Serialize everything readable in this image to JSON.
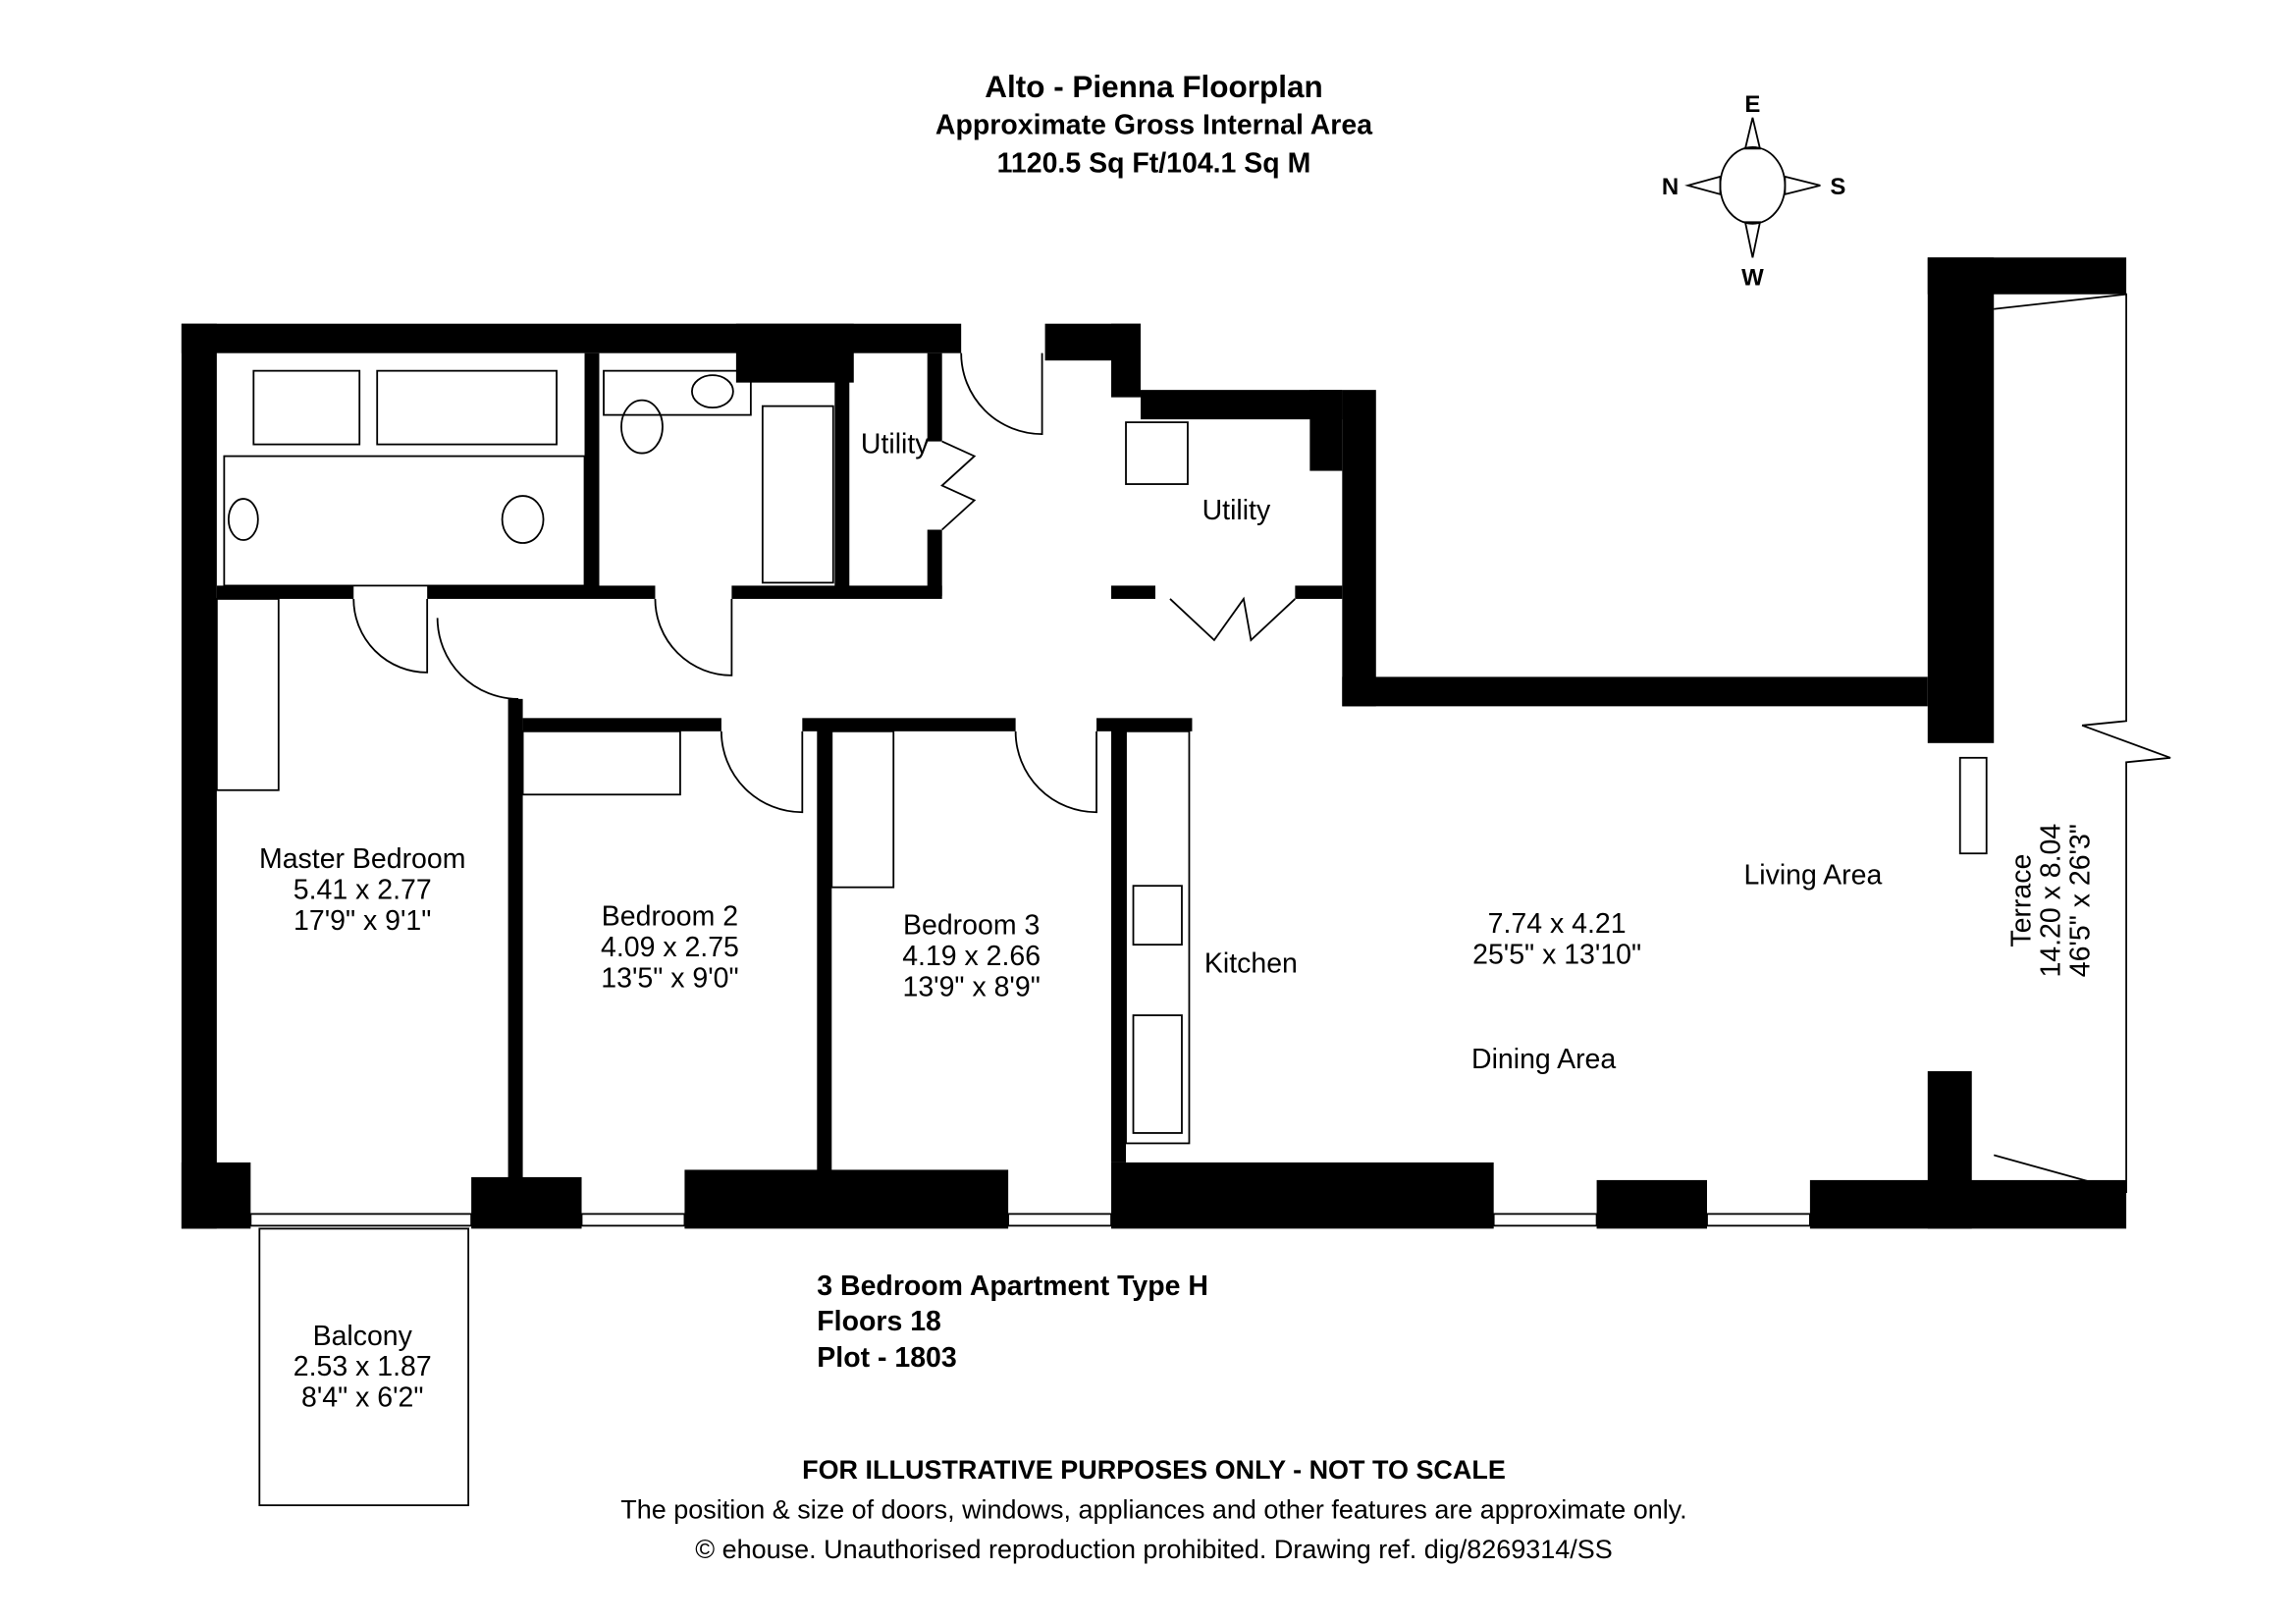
{
  "header": {
    "title": "Alto - Pienna Floorplan",
    "subtitle": "Approximate Gross Internal Area",
    "area": "1120.5 Sq Ft/104.1 Sq M"
  },
  "compass": {
    "e": "E",
    "n": "N",
    "s": "S",
    "w": "W"
  },
  "rooms": {
    "utility1": "Utility",
    "utility2": "Utility",
    "master": {
      "name": "Master Bedroom",
      "metric": "5.41 x 2.77",
      "imperial": "17'9\" x 9'1\""
    },
    "bed2": {
      "name": "Bedroom 2",
      "metric": "4.09 x 2.75",
      "imperial": "13'5\" x 9'0\""
    },
    "bed3": {
      "name": "Bedroom 3",
      "metric": "4.19 x 2.66",
      "imperial": "13'9\" x 8'9\""
    },
    "kitchen": "Kitchen",
    "living": {
      "name": "Living Area",
      "metric": "7.74 x 4.21",
      "imperial": "25'5\" x 13'10\"",
      "dining": "Dining Area"
    },
    "terrace": {
      "name": "Terrace",
      "metric": "14.20 x 8.04",
      "imperial": "46'5\" x 26'3\""
    },
    "balcony": {
      "name": "Balcony",
      "metric": "2.53 x 1.87",
      "imperial": "8'4\" x 6'2\""
    }
  },
  "info": {
    "type": "3 Bedroom Apartment Type H",
    "floors": "Floors 18",
    "plot": "Plot - 1803"
  },
  "footer": {
    "disclaimer": "FOR ILLUSTRATIVE PURPOSES ONLY - NOT TO SCALE",
    "note": "The position & size of doors, windows, appliances and other features are approximate only.",
    "copyright": "© ehouse. Unauthorised reproduction prohibited. Drawing ref. dig/8269314/SS"
  }
}
